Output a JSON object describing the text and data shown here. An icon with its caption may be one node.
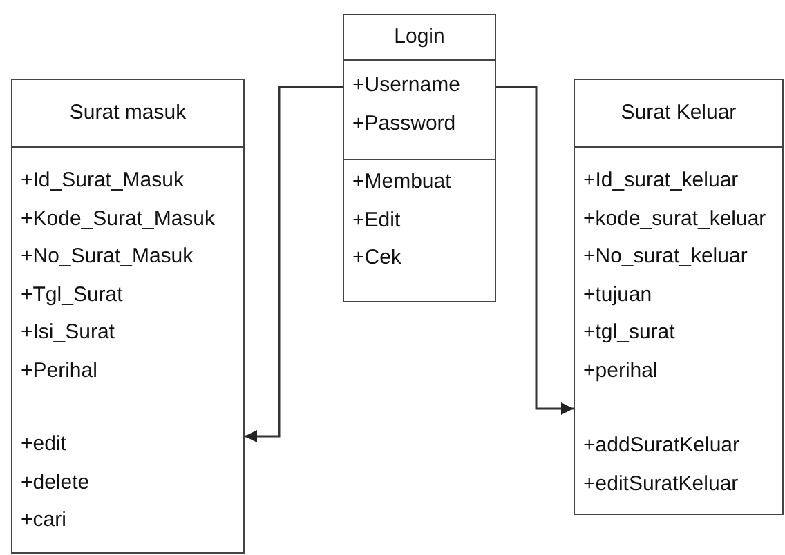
{
  "diagram": {
    "nodes": [
      {
        "text": [
          "Login"
        ]
      },
      {
        "text": [
          "+Username",
          "+Password"
        ],
        "in": 0
      },
      {
        "text": [
          "+Membuat",
          "+Edit",
          "+Cek"
        ],
        "in": 0
      },
      {
        "text": [
          "Surat masuk"
        ]
      },
      {
        "text": [
          "+Id_Surat_Masuk",
          "+Kode_Surat_Masuk",
          "+No_Surat_Masuk",
          "+Tgl_Surat",
          "+Isi_Surat",
          "+Perihal"
        ],
        "in": 3
      },
      {
        "text": [
          "+edit",
          "+delete",
          "+cari"
        ],
        "in": 3
      },
      {
        "text": [
          "Surat Keluar"
        ]
      },
      {
        "text": [
          "+Id_surat_keluar",
          "+kode_surat_keluar",
          "+No_surat_keluar",
          "+tujuan",
          "+tgl_surat",
          "+perihal"
        ],
        "in": 6
      },
      {
        "text": [
          "+addSuratKeluar",
          "+editSuratKeluar"
        ],
        "in": 6
      }
    ],
    "edges": [
      {
        "from": 1,
        "to": 3,
        "arrow": "to"
      },
      {
        "from": 1,
        "to": 6,
        "arrow": "to"
      }
    ]
  }
}
